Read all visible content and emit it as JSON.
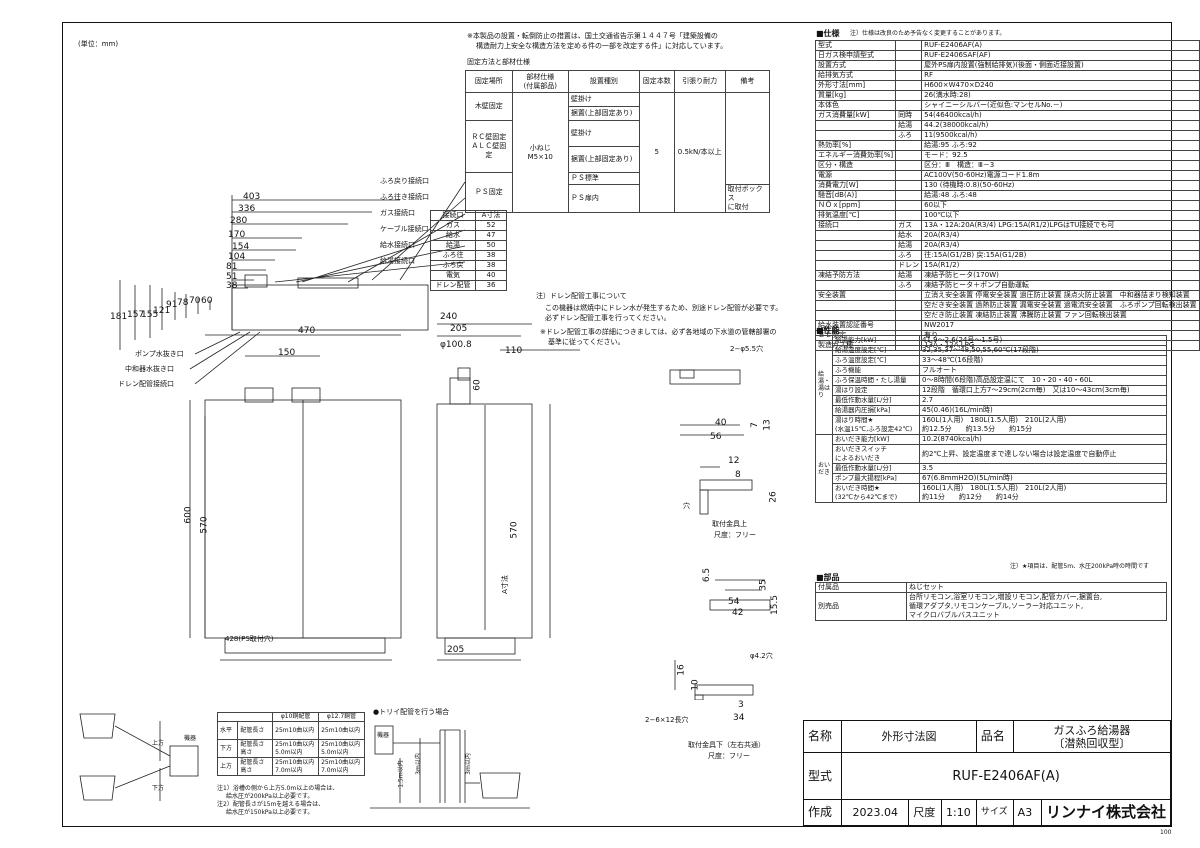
{
  "unit_note": "(単位：mm)",
  "top_notes": {
    "line1": "※本製品の設置・転倒防止の措置は、国土交通省告示第１４４７号「建築設備の",
    "line2": "構造耐力上安全な構造方法を定める件の一部を改定する件」に対応しています。",
    "fix_title": "固定方法と部材仕様"
  },
  "fix_table": {
    "headers": [
      "固定場所",
      "部材仕様\n(付属部品)",
      "設置種別",
      "固定本数",
      "引張り耐力",
      "備考"
    ],
    "rows": [
      {
        "place": "木壁固定",
        "types": [
          "壁掛け",
          "据置(上部固定あり)"
        ]
      },
      {
        "place": "ＲＣ壁固定\nＡＬＣ壁固定",
        "types": [
          "壁掛け",
          "据置(上部固定あり)"
        ]
      },
      {
        "place": "ＰＳ固定",
        "types": [
          "ＰＳ標準",
          "ＰＳ扉内"
        ]
      }
    ],
    "parts": "小ねじ\nM5×10",
    "count": "5",
    "tensile": "0.5kN/本以上",
    "remark": "取付ボックス\nに取付"
  },
  "connection_labels": [
    "ふろ戻り接続口",
    "ふろ往き接続口",
    "ガス接続口",
    "ケーブル接続口",
    "給水接続口",
    "給湯接続口",
    "ポンプ水抜き口",
    "中和器水抜き口",
    "ドレン配管接続口"
  ],
  "a_table": {
    "headers": [
      "接続口",
      "A寸法"
    ],
    "rows": [
      [
        "ガス",
        "52"
      ],
      [
        "給水",
        "47"
      ],
      [
        "給湯",
        "50"
      ],
      [
        "ふろ往",
        "38"
      ],
      [
        "ふろ戻",
        "38"
      ],
      [
        "電気",
        "40"
      ],
      [
        "ドレン配管",
        "36"
      ]
    ]
  },
  "drain_note": {
    "line1": "注）ドレン配管工事について",
    "line2": "この機器は燃焼中にドレン水が発生するため、別途ドレン配管が必要です。",
    "line3": "必ずドレン配管工事を行ってください。",
    "line4": "※ドレン配管工事の詳細につきましては、必ず各地域の下水道の管轄部署の",
    "line5": "基準に従ってください。"
  },
  "dims_top": [
    "403",
    "336",
    "280",
    "170",
    "154",
    "104",
    "81",
    "51",
    "38"
  ],
  "dims_vert": [
    "181",
    "157",
    "155",
    "121",
    "91",
    "78",
    "70",
    "60"
  ],
  "front": {
    "w470": "470",
    "w150": "150",
    "h600": "600",
    "h570": "570",
    "bottom": "428(PS取付穴)"
  },
  "side": {
    "w240": "240",
    "w205": "205",
    "pipe": "φ100.8",
    "d110": "110",
    "d60": "60",
    "h570": "570",
    "a": "A寸法",
    "w205b": "205"
  },
  "bracket1": {
    "hole": "2−φ5.5穴",
    "d40": "40",
    "d56": "56",
    "d7": "7",
    "d13": "13",
    "d12": "12",
    "d8": "8",
    "d26": "26",
    "hole_label": "穴",
    "title": "取付金具上",
    "scale": "尺度：フリー"
  },
  "bracket2": {
    "d65": "6.5",
    "d54": "54",
    "d42": "42",
    "d35": "35",
    "d155": "15.5",
    "hole": "φ4.2穴",
    "d16": "16",
    "d10": "10",
    "d3": "3",
    "d34": "34",
    "slot": "2−6×12長穴",
    "title": "取付金具下（左右共通）",
    "scale": "尺度：フリー"
  },
  "pipe_table": {
    "headers": [
      "",
      "φ10銅配管",
      "φ12.7銅管"
    ],
    "rows": [
      [
        "水平",
        "配管長さ",
        "25m10曲以内",
        "25m10曲以内"
      ],
      [
        "下方",
        "配管長さ\n高さ",
        "25m10曲以内\n5.0m以内",
        "25m10曲以内\n5.0m以内"
      ],
      [
        "上方",
        "配管長さ\n高さ",
        "25m10曲以内\n7.0m以内",
        "25m10曲以内\n7.0m以内"
      ]
    ],
    "notes": [
      "注1）浴槽の側から上方5.0m以上の場合は、",
      "給水圧が200kPa以上必要です。",
      "注2）配管長さが15mを越える場合は、",
      "給水圧が150kPa以上必要です。"
    ],
    "pump_label": "機器",
    "up": "上方",
    "down": "下方"
  },
  "tray": {
    "title": "●トリイ配管を行う場合",
    "a": "1.5m以内",
    "b": "3m以内",
    "c": "3m以内",
    "label": "機器"
  },
  "spec": {
    "title": "■仕様",
    "note": "注）仕様は改良のため予告なく変更することがあります。",
    "rows": [
      [
        "型式",
        "",
        "RUF-E2406AF(A)"
      ],
      [
        "日ガス検申請型式",
        "",
        "RUF-E2406SAF(AF)"
      ],
      [
        "設置方式",
        "",
        "屋外PS扉内設置(強制給排気)(後面・側面近接設置)"
      ],
      [
        "給排気方式",
        "",
        "RF"
      ],
      [
        "外形寸法[mm]",
        "",
        "H600×W470×D240"
      ],
      [
        "質量[kg]",
        "",
        "26(満水時:28)"
      ],
      [
        "本体色",
        "",
        "シャイニーシルバー(近似色:マンセルNo.－)"
      ],
      [
        "ガス消費量[kW]",
        "同時",
        "54(46400kcal/h)"
      ],
      [
        "",
        "給湯",
        "44.2(38000kcal/h)"
      ],
      [
        "",
        "ふろ",
        "11(9500kcal/h)"
      ],
      [
        "熱効率[%]",
        "",
        "給湯:95 ふろ:92"
      ],
      [
        "エネルギー消費効率[%]",
        "",
        "モード：92.5"
      ],
      [
        "区分・構造",
        "",
        "区分：Ⅲ　構造：Ⅲ－3"
      ],
      [
        "電源",
        "",
        "AC100V(50-60Hz)電源コード1.8m"
      ],
      [
        "消費電力[W]",
        "",
        "130 (待機時:0.8)(50-60Hz)"
      ],
      [
        "騒音[dB(A)]",
        "",
        "給湯:48 ふろ:48"
      ],
      [
        "ＮＯｘ[ppm]",
        "",
        "60以下"
      ],
      [
        "排気温度[℃]",
        "",
        "100℃以下"
      ],
      [
        "接続口",
        "ガス",
        "13A・12A:20A(R3/4) LPG:15A(R1/2)LPGはTU接続でも可"
      ],
      [
        "",
        "給水",
        "20A(R3/4)"
      ],
      [
        "",
        "給湯",
        "20A(R3/4)"
      ],
      [
        "",
        "ふろ",
        "往:15A(G1/2B) 戻:15A(G1/2B)"
      ],
      [
        "",
        "ドレン",
        "15A(R1/2)"
      ],
      [
        "凍結予防方法",
        "給湯",
        "凍結予防ヒータ(170W)"
      ],
      [
        "",
        "ふろ",
        "凍結予防ヒータ＋ポンプ自動運転"
      ],
      [
        "安全装置",
        "",
        "立消え安全装置 停電安全装置 過圧防止装置 誤点火防止装置　中和器詰まり検知装置"
      ],
      [
        "",
        "",
        "空だき安全装置 過熱防止装置 漏電安全装置 過電流安全装置　ふろポンプ回転検出装置"
      ],
      [
        "",
        "",
        "空だき防止装置 凍結防止装置 沸騰防止装置 ファン回転検出装置"
      ],
      [
        "給水装置認証番号",
        "",
        "NW2017"
      ],
      [
        "ＢＬ認定",
        "",
        "有り"
      ],
      [
        "製造ガス種",
        "",
        "13A・12A,LPG"
      ]
    ]
  },
  "perf": {
    "title": "■性能",
    "rows": [
      [
        "給湯能力[kW]",
        "41.9〜2.6(24号〜1.5号)"
      ],
      [
        "給湯温度設定[℃]",
        "32,35,37〜48,50,55,60℃(17段階)"
      ],
      [
        "ふろ温度設定[℃]",
        "33〜48℃(16段階)"
      ],
      [
        "ふろ機能",
        "フルオート"
      ],
      [
        "ふろ保温時間・たし湯量",
        "0〜8時間(6段階)高品設定温にて　10・20・40・60L"
      ],
      [
        "湯はり設定",
        "12段階　循環口上方7〜29cm(2cm毎)　又は10〜43cm(3cm毎)"
      ],
      [
        "最低作動水量[L/分]",
        "2.7"
      ],
      [
        "給湯器内圧損[kPa]",
        "45(0.46)(16L/min時)"
      ],
      [
        "湯はり時間★\n(水温15℃,ふろ設定42℃)",
        "160L(1人用)　180L(1.5人用)　210L(2人用)\n約12.5分　　約13.5分　　約15分"
      ],
      [
        "おいだき能力[kW]",
        "10.2(8740kcal/h)"
      ],
      [
        "おいだきスイッチ\nによるおいだき",
        "約2℃上昇、設定温度まで達しない場合は設定温度で自動停止"
      ],
      [
        "最低作動水量[L/分]",
        "3.5"
      ],
      [
        "ポンプ最大揚程[kPa]",
        "67(6.8mmH2O)(5L/min時)"
      ],
      [
        "おいだき時間★\n(32℃から42℃まで)",
        "160L(1人用)　180L(1.5人用)　210L(2人用)\n約11分　　約12分　　約14分"
      ]
    ],
    "side1": "給湯・湯はり",
    "side2": "おいだき",
    "note": "注）★項目は、配管5m、水圧200kPa時の時間です"
  },
  "parts": {
    "title": "■部品",
    "rows": [
      [
        "付属品",
        "ねじセット"
      ],
      [
        "別売品",
        "台所リモコン,浴室リモコン,増設リモコン,配管カバー,据置台,\n循環アダプタ,リモコンケーブル,ソーラー対応ユニット,\nマイクロバブルバスユニット"
      ]
    ]
  },
  "title_block": {
    "name_label": "名称",
    "name_value": "外形寸法図",
    "product_label": "品名",
    "product_value1": "ガスふろ給湯器",
    "product_value2": "〔潜熱回収型〕",
    "model_label": "型式",
    "model_value": "RUF-E2406AF(A)",
    "made_label": "作成",
    "made_value": "2023.04",
    "scale_label": "尺度",
    "scale_value": "1:10",
    "size_label": "サイズ",
    "size_value": "A3",
    "company": "リンナイ株式会社"
  },
  "page_number": "100"
}
